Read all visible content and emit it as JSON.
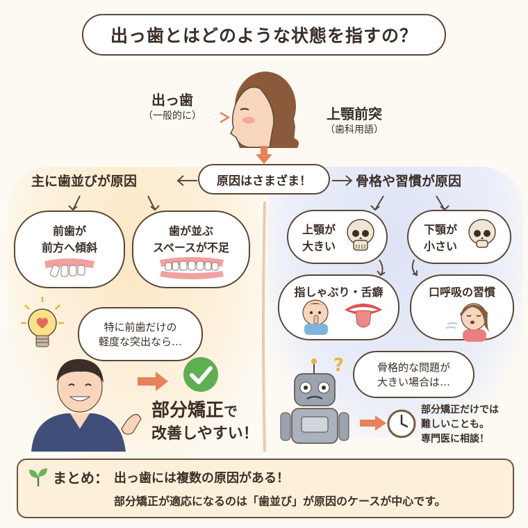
{
  "title": "出っ歯とはどのような状態を指すの？",
  "top": {
    "left_label": "出っ歯",
    "left_sub": "（一般的に）",
    "right_label": "上顎前突",
    "right_sub": "（歯科用語）"
  },
  "center_label": "原因はさまざま！",
  "left_branch": {
    "heading": "主に歯並びが原因",
    "box1": [
      "前歯が",
      "前方へ傾斜"
    ],
    "box2": [
      "歯が並ぶ",
      "スペースが不足"
    ]
  },
  "right_branch": {
    "heading": "骨格や習慣が原因",
    "box1": [
      "上顎が",
      "大きい"
    ],
    "box2": [
      "下顎が",
      "小さい"
    ],
    "box3": "指しゃぶり・舌癖",
    "box4": "口呼吸の習慣"
  },
  "doctor": {
    "speech": [
      "特に前歯だけの",
      "軽度な突出なら…"
    ],
    "result_line1_a": "部分矯正",
    "result_line1_b": "で",
    "result_line2": "改善しやすい！"
  },
  "robot": {
    "speech": [
      "骨格的な問題が",
      "大きい場合は…"
    ],
    "note": [
      "部分矯正だけでは",
      "難しいことも。",
      "専門医に相談！"
    ]
  },
  "summary": {
    "label": "まとめ：",
    "line1": "出っ歯には複数の原因がある！",
    "line2": "部分矯正が適応になるのは「歯並び」が原因のケースが中心です。"
  },
  "colors": {
    "arrow": "#e8825a",
    "outline": "#5b4636",
    "green": "#3f8a3a",
    "warm_bg": "#fbe7c4",
    "cool_bg": "#dde3f5"
  }
}
